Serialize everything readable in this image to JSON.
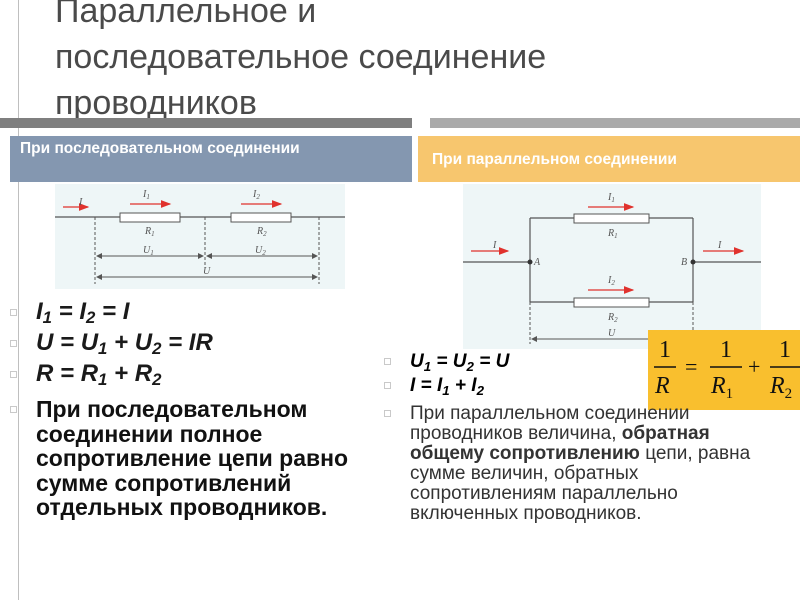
{
  "title": {
    "line1": "Параллельное и",
    "line2": "последовательное соединение",
    "line3": "проводников"
  },
  "headers": {
    "series": "При последовательном соединении",
    "parallel": "При параллельном соединении"
  },
  "series": {
    "formula1": {
      "a": "I",
      "as": "1",
      "b": "I",
      "bs": "2",
      "c": "I"
    },
    "formula2": {
      "a": "U",
      "b": "U",
      "bs": "1",
      "c": "U",
      "cs": "2",
      "d": "IR"
    },
    "formula3": {
      "a": "R",
      "b": "R",
      "bs": "1",
      "c": "R",
      "cs": "2"
    },
    "text": "При последовательном соединении полное сопротивление цепи равно сумме сопротивлений отдельных проводников."
  },
  "parallel": {
    "formula1": {
      "a": "U",
      "as": "1",
      "b": "U",
      "bs": "2",
      "c": "U"
    },
    "formula2": {
      "a": "I",
      "b": "I",
      "bs": "1",
      "c": "I",
      "cs": "2"
    },
    "text_before": "При параллельном соединении проводников величина, ",
    "text_bold": "обратная общему сопротивлению",
    "text_after": " цепи, равна сумме величин, обратных сопротивлениям параллельно включенных проводников."
  },
  "diagram_series": {
    "I": "I",
    "I1": "I",
    "I1s": "1",
    "I2": "I",
    "I2s": "2",
    "R1": "R",
    "R1s": "1",
    "R2": "R",
    "R2s": "2",
    "U1": "U",
    "U1s": "1",
    "U2": "U",
    "U2s": "2",
    "U": "U"
  },
  "diagram_parallel": {
    "I_in": "I",
    "I_out": "I",
    "A": "A",
    "B": "B",
    "I1": "I",
    "I1s": "1",
    "I2": "I",
    "I2s": "2",
    "R1": "R",
    "R1s": "1",
    "R2": "R",
    "R2s": "2",
    "U": "U"
  },
  "formula_box": {
    "one": "1",
    "R": "R",
    "R1": "R",
    "R1s": "1",
    "R2": "R",
    "R2s": "2"
  },
  "colors": {
    "series_header": "#8497b0",
    "parallel_header": "#f7c66e",
    "formula_box": "#f9bf2e",
    "arrow": "#e0322d"
  }
}
